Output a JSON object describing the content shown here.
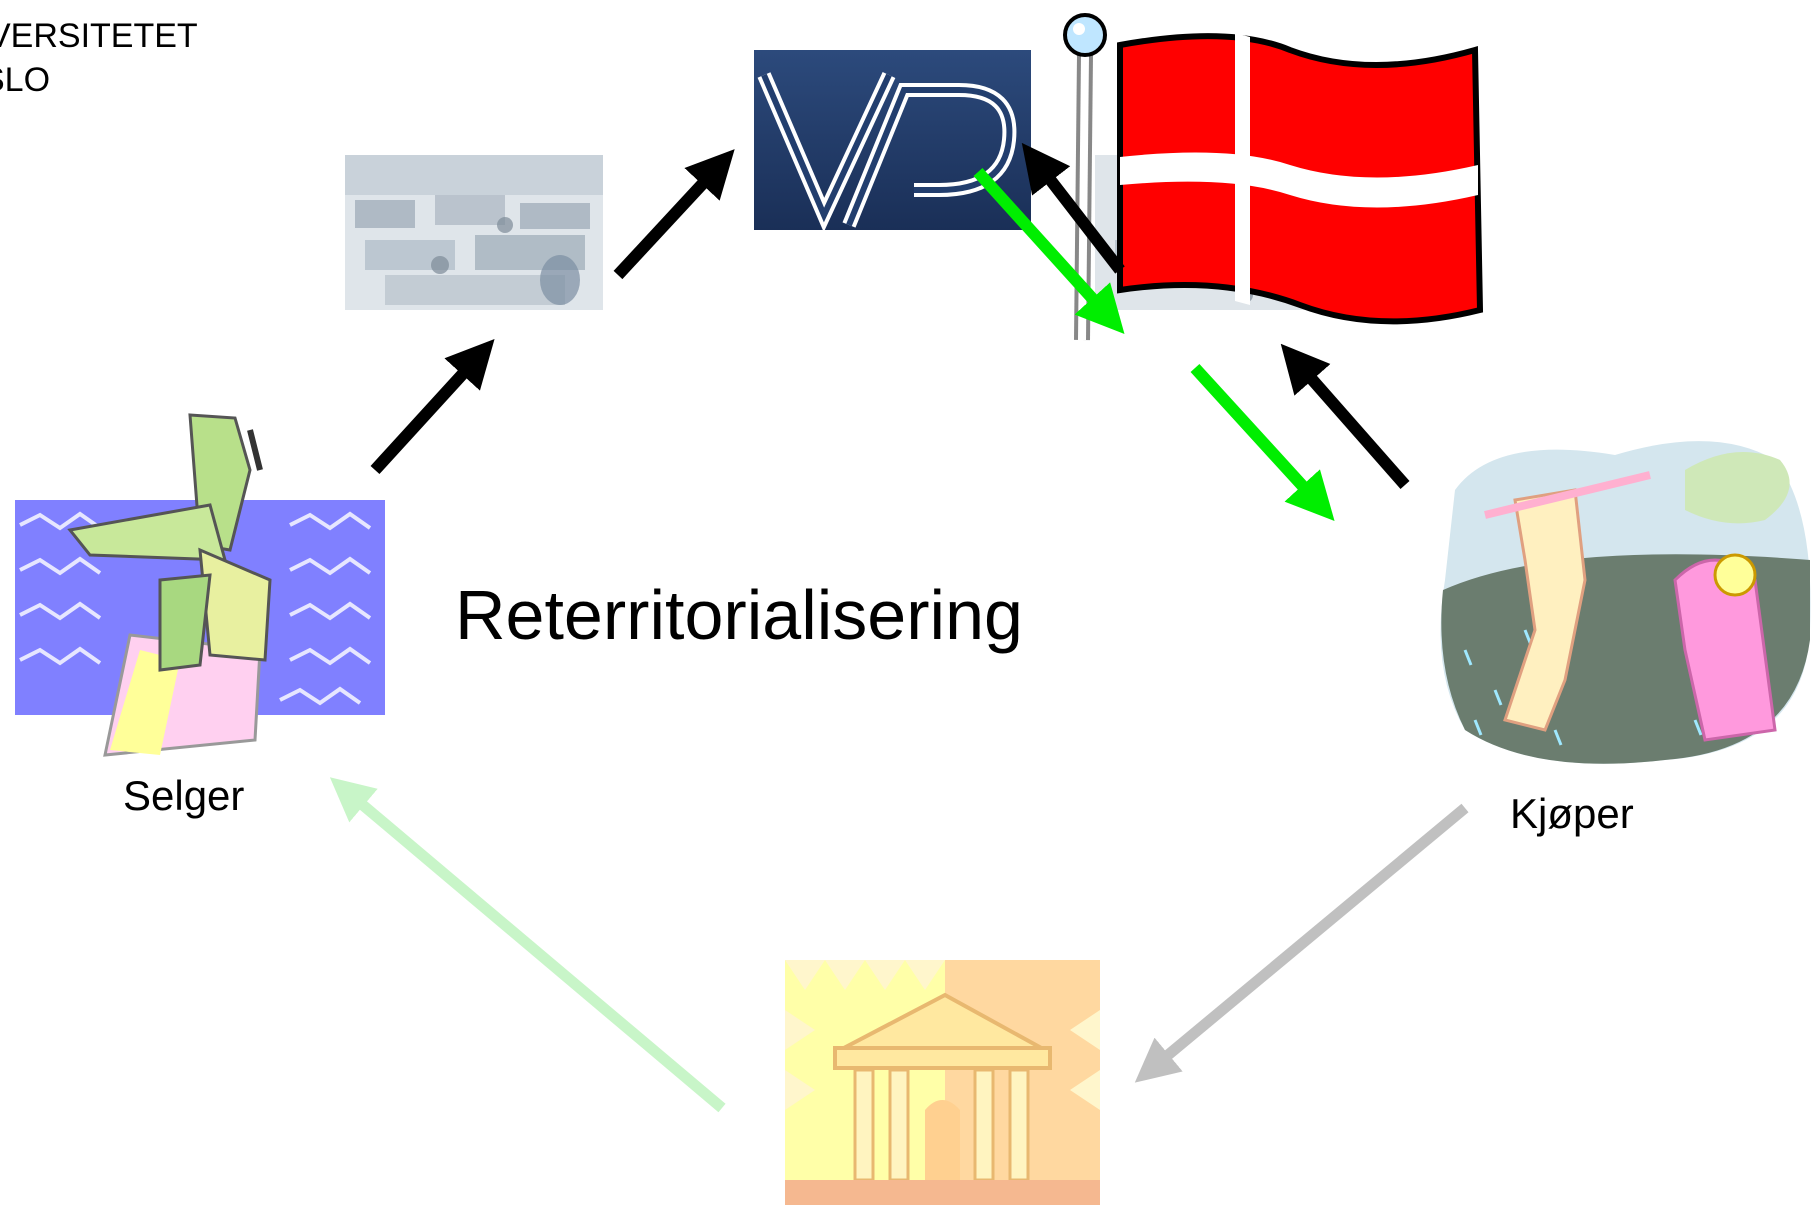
{
  "header": {
    "line1": "VERSITETET",
    "line2": "SLO"
  },
  "diagram": {
    "title": "Reterritorialisering",
    "seller_label": "Selger",
    "buyer_label": "Kjøper",
    "logo_text": "VP"
  },
  "colors": {
    "arrow_black": "#000000",
    "arrow_green": "#00ee00",
    "arrow_faded_green": "#c8f5c8",
    "arrow_grey": "#c0c0c0",
    "flag_red": "#ff0000",
    "vp_blue": "#223e6e"
  },
  "icons": [
    "trading-room-image",
    "vp-logo",
    "danish-flag",
    "seller-clipart",
    "buyer-golf-clipart",
    "bank-building-clipart"
  ]
}
